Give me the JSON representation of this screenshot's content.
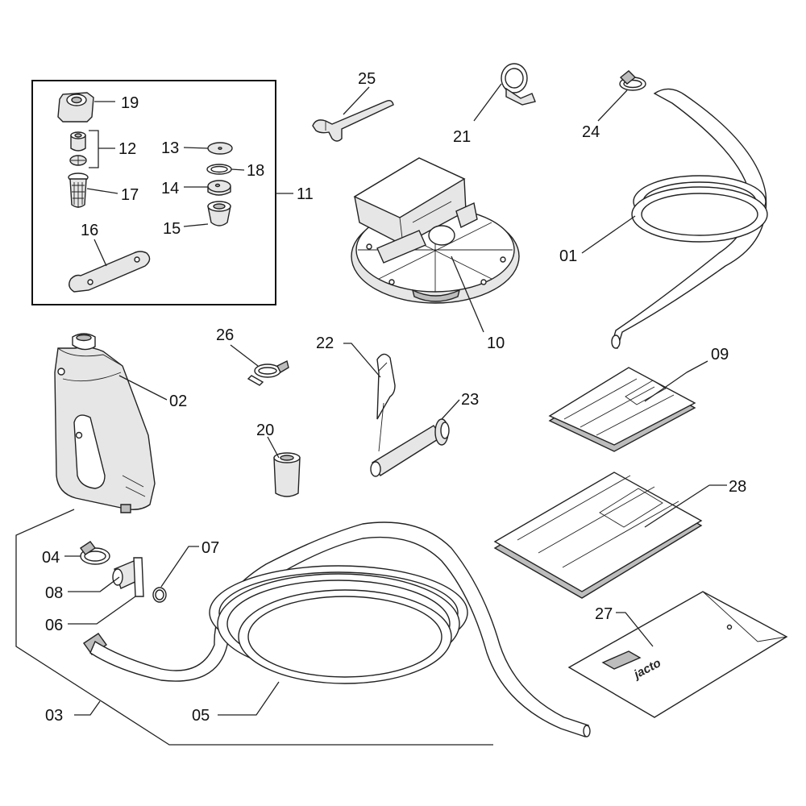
{
  "diagram": {
    "labels": {
      "l01": "01",
      "l02": "02",
      "l03": "03",
      "l04": "04",
      "l05": "05",
      "l06": "06",
      "l07": "07",
      "l08": "08",
      "l09": "09",
      "l10": "10",
      "l11": "11",
      "l12": "12",
      "l13": "13",
      "l14": "14",
      "l15": "15",
      "l16": "16",
      "l17": "17",
      "l18": "18",
      "l19": "19",
      "l20": "20",
      "l21": "21",
      "l22": "22",
      "l23": "23",
      "l24": "24",
      "l25": "25",
      "l26": "26",
      "l27": "27",
      "l28": "28"
    },
    "brand_logo_text": "jacto"
  }
}
